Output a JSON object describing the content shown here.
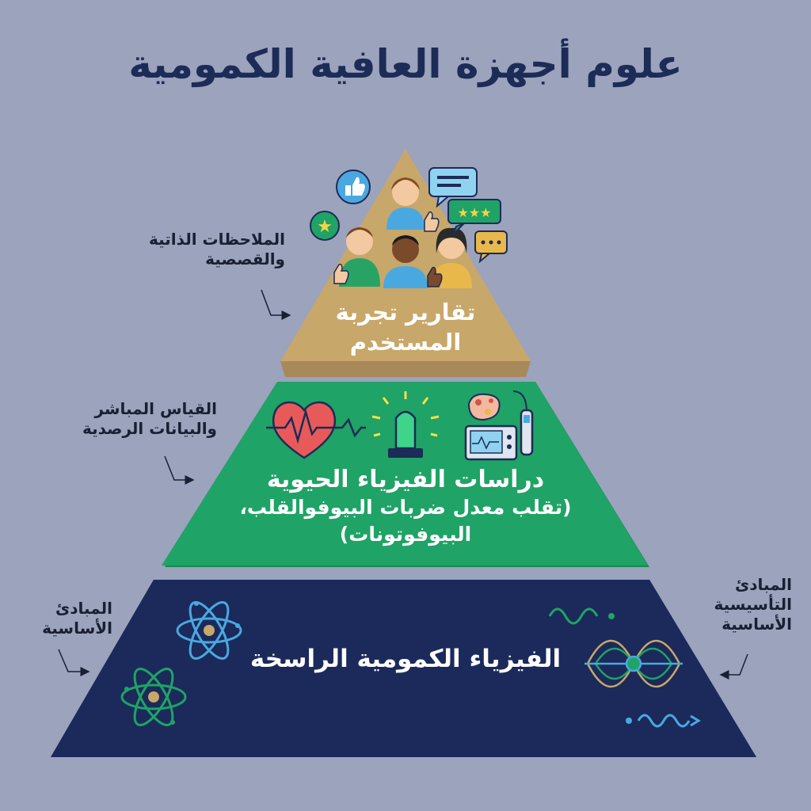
{
  "title": "علوم أجهزة العافية الكمومية",
  "layers": {
    "top": {
      "label_line1": "تقارير تجربة",
      "label_line2": "المستخدم",
      "note_line1": "الملاحظات الذاتية",
      "note_line2": "والقصصية",
      "color": "#c8a76a"
    },
    "middle": {
      "label_line1": "دراسات الفيزياء الحيوية",
      "label_line2": "(تقلب معدل ضربات البيوفوالقلب،",
      "label_line3": "البيوفوتونات)",
      "note_line1": "القياس المباشر",
      "note_line2": "والبيانات الرصدية",
      "color": "#1fa366"
    },
    "bottom": {
      "label": "الفيزياء الكمومية الراسخة",
      "note_left_line1": "المبادئ",
      "note_left_line2": "الأساسية",
      "note_right_line1": "المبادئ",
      "note_right_line2": "التأسيسية",
      "note_right_line3": "الأساسية",
      "color": "#1b2a5a"
    }
  },
  "colors": {
    "background": "#9ba3bd",
    "title": "#1d2b57",
    "accent_gold": "#c8a76a",
    "accent_green": "#1fa366",
    "accent_blue": "#4aa8e0"
  },
  "icons": [
    "thumbs-up-icon",
    "speech-bubble-icon",
    "star-rating-icon",
    "star-bubble-icon",
    "ellipsis-bubble-icon",
    "person-icon",
    "heart-ecg-icon",
    "glowing-crystal-icon",
    "lab-monitor-icon",
    "atom-icon",
    "wave-icon"
  ]
}
